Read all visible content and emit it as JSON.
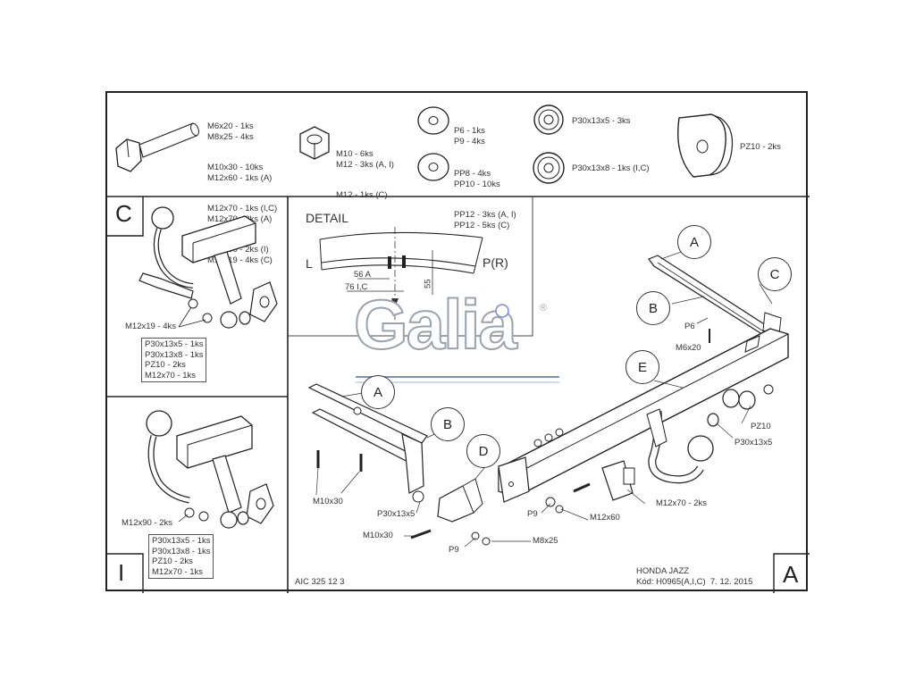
{
  "hardware_row": {
    "bolt_list": [
      "M6x20 - 1ks",
      "M8x25 - 4ks",
      "M10x30 - 10ks",
      "M12x60 - 1ks (A)",
      "M12x70 - 1ks (I,C)",
      "M12x70 - 2ks (A)",
      "M12x90 - 2ks (I)",
      "M12x19 - 4ks (C)"
    ],
    "nut_list": [
      "M10 - 6ks",
      "M12 - 3ks (A, I)",
      "M12 - 1ks (C)"
    ],
    "washer_small_list": [
      "P6 - 1ks",
      "P9 - 4ks"
    ],
    "washer_pp_list": [
      "PP8 - 4ks",
      "PP10 - 10ks",
      "PP12 - 3ks (A, I)",
      "PP12 - 5ks (C)"
    ],
    "thick_washer_1": "P30x13x5 - 3ks",
    "thick_washer_2": "P30x13x8 - 1ks (I,C)",
    "plate": "PZ10 - 2ks"
  },
  "panel_c": {
    "letter": "C",
    "bolt_label": "M12x19 - 4ks",
    "box_lines": [
      "P30x13x5 - 1ks",
      "P30x13x8 - 1ks",
      "PZ10 - 2ks",
      "M12x70 - 1ks"
    ]
  },
  "panel_i": {
    "letter": "I",
    "bolt_label": "M12x90 - 2ks",
    "box_lines": [
      "P30x13x5 - 1ks",
      "P30x13x8 - 1ks",
      "PZ10 - 2ks",
      "M12x70 - 1ks"
    ]
  },
  "detail": {
    "title": "DETAIL",
    "left": "L",
    "right": "P(R)",
    "dim1": "56 A",
    "dim2": "76 I,C",
    "dim3": "55"
  },
  "logo": {
    "text": "Galia",
    "mark": "®"
  },
  "main_labels": {
    "A_top": "A",
    "B_top": "B",
    "C_top": "C",
    "E": "E",
    "A_left": "A",
    "B_mid": "B",
    "D": "D",
    "p6": "P6",
    "m6x20": "M6x20",
    "pz10": "PZ10",
    "p30x13x5_right": "P30x13x5",
    "m12x70": "M12x70 - 2ks",
    "m12x60": "M12x60",
    "p9_a": "P9",
    "m10x30_a": "M10x30",
    "p30x13x5_left": "P30x13x5",
    "m10x30_b": "M10x30",
    "p9_b": "P9",
    "m8x25": "M8x25"
  },
  "footer": {
    "code": "AIC 325 12 3",
    "vehicle": "HONDA JAZZ",
    "kod": "Kód: H0965(A,I,C)  7. 12. 2015",
    "variant": "A"
  }
}
